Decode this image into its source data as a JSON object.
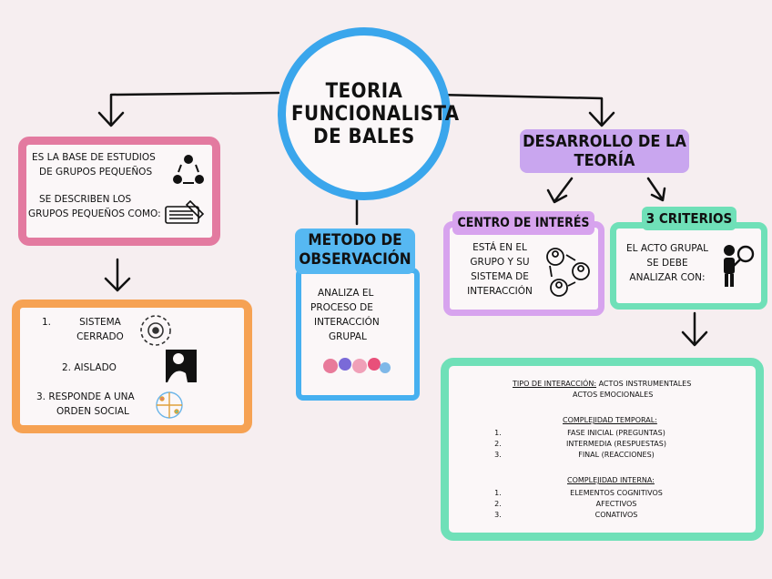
{
  "center": {
    "title_lines": [
      "TEORIA",
      "FUNCIONALISTA",
      "DE BALES"
    ]
  },
  "pink_box": {
    "line1": "ES LA BASE DE ESTUDIOS",
    "line2": "DE GRUPOS PEQUEÑOS",
    "line3": "SE DESCRIBEN LOS",
    "line4": "GRUPOS PEQUEÑOS COMO:"
  },
  "orange_box": {
    "item1_num": "1.",
    "item1_line1": "SISTEMA",
    "item1_line2": "CERRADO",
    "item2": "2. AISLADO",
    "item3_line1": "3. RESPONDE A UNA",
    "item3_line2": "ORDEN SOCIAL"
  },
  "observation": {
    "title_line1": "METODO DE",
    "title_line2": "OBSERVACIÓN",
    "line1": "ANALIZA EL",
    "line2": "PROCESO DE",
    "line3": "INTERACCIÓN",
    "line4": "GRUPAL"
  },
  "development": {
    "title_line1": "DESARROLLO DE LA",
    "title_line2": "TEORÍA"
  },
  "centro": {
    "title": "CENTRO DE INTERÉS",
    "line1": "ESTÁ EN EL",
    "line2": "GRUPO Y SU",
    "line3": "SISTEMA DE",
    "line4": "INTERACCIÓN"
  },
  "criterios": {
    "title": "3 CRITERIOS",
    "line1": "EL ACTO GRUPAL",
    "line2": "SE DEBE",
    "line3": "ANALIZAR CON:"
  },
  "criteria_detail": {
    "t1_label": "TIPO DE INTERACCIÓN:",
    "t1_value": "ACTOS INSTRUMENTALES",
    "t1_value2": "ACTOS EMOCIONALES",
    "temporal_label": "COMPLEJIDAD TEMPORAL:",
    "temporal_items": [
      {
        "num": "1.",
        "text": "FASE INICIAL (PREGUNTAS)"
      },
      {
        "num": "2.",
        "text": "INTERMEDIA (RESPUESTAS)"
      },
      {
        "num": "3.",
        "text": "FINAL (REACCIONES)"
      }
    ],
    "interna_label": "COMPLEJIDAD INTERNA:",
    "interna_items": [
      {
        "num": "1.",
        "text": "ELEMENTOS COGNITIVOS"
      },
      {
        "num": "2.",
        "text": "AFECTIVOS"
      },
      {
        "num": "3.",
        "text": "CONATIVOS"
      }
    ]
  },
  "colors": {
    "circle": "#3aa6ec",
    "pink": "#e37aa0",
    "orange": "#f6a253",
    "blue": "#46b0f0",
    "purple": "#d7a3ee",
    "green": "#6fe0b8"
  }
}
